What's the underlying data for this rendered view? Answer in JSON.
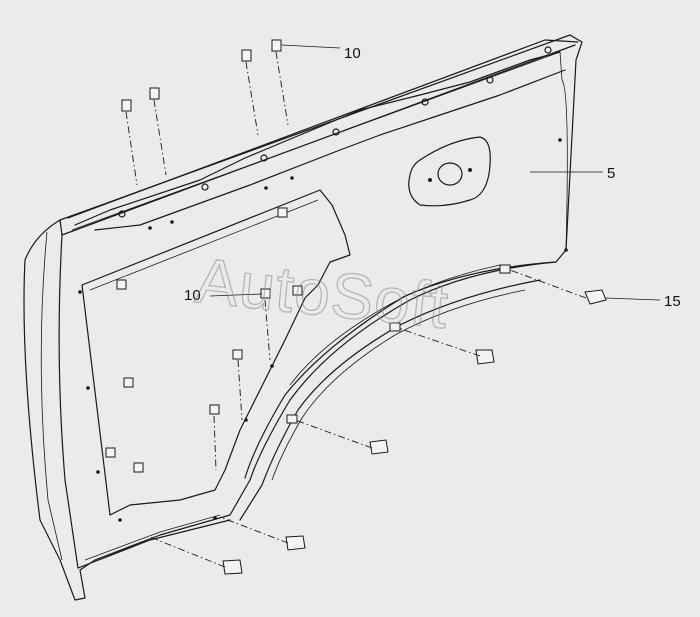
{
  "callouts": {
    "top_part": "10",
    "main_panel": "5",
    "left_part": "10",
    "right_clip": "15"
  },
  "watermark": {
    "text": "AutoSoft"
  },
  "colors": {
    "background": "#ebebeb",
    "line": "#1a1a1a",
    "panel_fill": "#f7f7f7"
  }
}
